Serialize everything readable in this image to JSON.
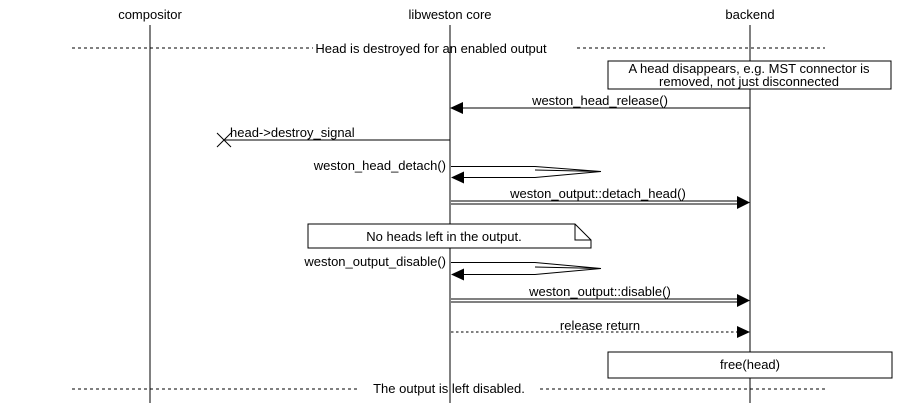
{
  "diagram_type": "uml-sequence",
  "colors": {
    "background": "#ffffff",
    "line": "#000000",
    "text": "#000000"
  },
  "participants": [
    {
      "label": "compositor"
    },
    {
      "label": "libweston core"
    },
    {
      "label": "backend"
    }
  ],
  "dividers": [
    {
      "label": "Head is destroyed for an enabled output"
    },
    {
      "label": "The output is left disabled."
    }
  ],
  "notes": [
    {
      "line1": "A head disappears, e.g. MST connector is",
      "line2": "removed, not just disconnected"
    },
    {
      "text": "No heads left in the output."
    },
    {
      "text": "free(head)"
    }
  ],
  "messages": [
    {
      "label": "weston_head_release()",
      "from": "backend",
      "to": "libweston core",
      "kind": "call"
    },
    {
      "label": "head->destroy_signal",
      "from": "libweston core",
      "to": "lost",
      "kind": "lost-signal"
    },
    {
      "label": "weston_head_detach()",
      "from": "libweston core",
      "to": "libweston core",
      "kind": "self-call"
    },
    {
      "label": "weston_output::detach_head()",
      "from": "libweston core",
      "to": "backend",
      "kind": "method-call"
    },
    {
      "label": "weston_output_disable()",
      "from": "libweston core",
      "to": "libweston core",
      "kind": "self-call"
    },
    {
      "label": "weston_output::disable()",
      "from": "libweston core",
      "to": "backend",
      "kind": "method-call"
    },
    {
      "label": "release return",
      "from": "libweston core",
      "to": "backend",
      "kind": "return"
    }
  ]
}
